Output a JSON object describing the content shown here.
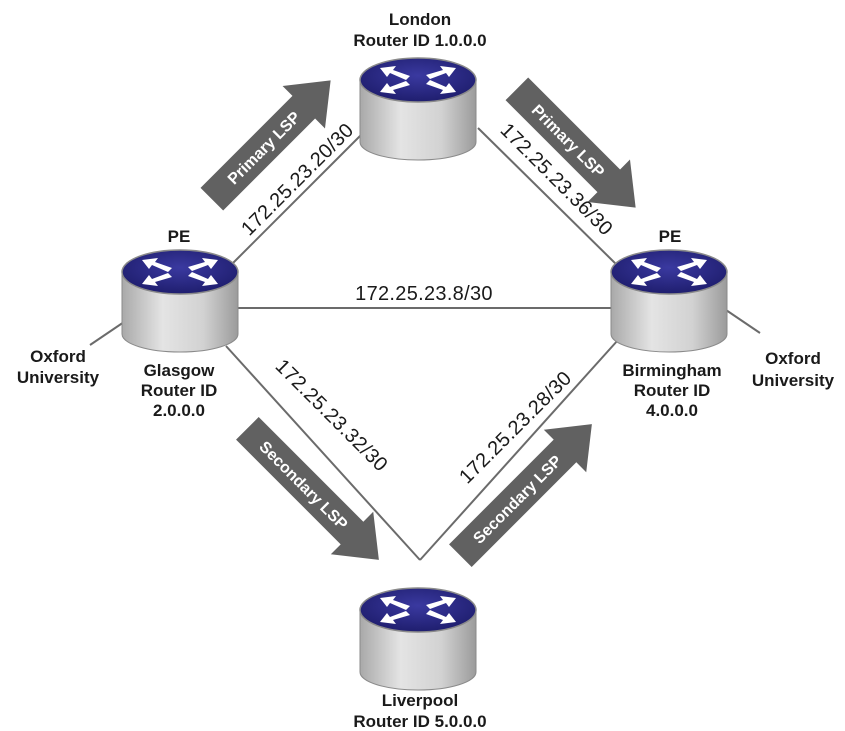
{
  "routers": {
    "london": {
      "line1": "London",
      "line2": "Router ID 1.0.0.0"
    },
    "glasgow": {
      "role": "PE",
      "line1": "Glasgow",
      "line2": "Router ID",
      "line3": "2.0.0.0"
    },
    "birmingham": {
      "role": "PE",
      "line1": "Birmingham",
      "line2": "Router ID",
      "line3": "4.0.0.0"
    },
    "liverpool": {
      "line1": "Liverpool",
      "line2": "Router ID 5.0.0.0"
    }
  },
  "customers": {
    "left": {
      "line1": "Oxford",
      "line2": "University"
    },
    "right": {
      "line1": "Oxford",
      "line2": "University"
    }
  },
  "links": {
    "glasgow_london": "172.25.23.20/30",
    "london_birmingham": "172.25.23.36/30",
    "glasgow_birmingham": "172.25.23.8/30",
    "glasgow_liverpool": "172.25.23.32/30",
    "liverpool_birmingham": "172.25.23.28/30"
  },
  "lsps": {
    "primary_1": "Primary LSP",
    "primary_2": "Primary LSP",
    "secondary_1": "Secondary LSP",
    "secondary_2": "Secondary LSP"
  },
  "colors": {
    "router_top": "#2b2a85",
    "router_body": "#cfcfcf",
    "arrow": "#616161",
    "wire": "#6b6b6b"
  }
}
